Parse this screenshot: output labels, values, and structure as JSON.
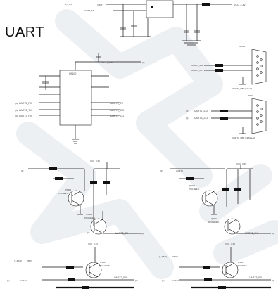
{
  "sheet": {
    "title": "UART"
  },
  "ic": {
    "label": "U9100"
  },
  "connectors": [
    {
      "ref": "J2600",
      "label": "UART3_DB9 (MALE)"
    },
    {
      "ref": "J2601",
      "label": "UART2_DB9 (FEMALE)"
    }
  ],
  "transistors": [
    {
      "ref": "Q5004",
      "part": "DTC114EETL"
    },
    {
      "ref": "Q5006",
      "part": "DTC114EETL"
    },
    {
      "ref": "Q5009",
      "part": "DTC114EETL"
    },
    {
      "ref": "Q5010",
      "part": "DTC114EETL"
    },
    {
      "ref": "Q5005",
      "part": "DTC114EETL"
    },
    {
      "ref": "Q5007",
      "part": "DTC114EETL"
    }
  ],
  "nets": {
    "vcc_3v3": "VCC_3.3V",
    "uart2_rx": "UART2_RX",
    "uart2_tx": "UART2_TX",
    "uart3_rx": "UART3_RX",
    "uart3_tx": "UART3_TX",
    "uart2_232": "UART2_232",
    "uart3_232": "UART3_232"
  }
}
